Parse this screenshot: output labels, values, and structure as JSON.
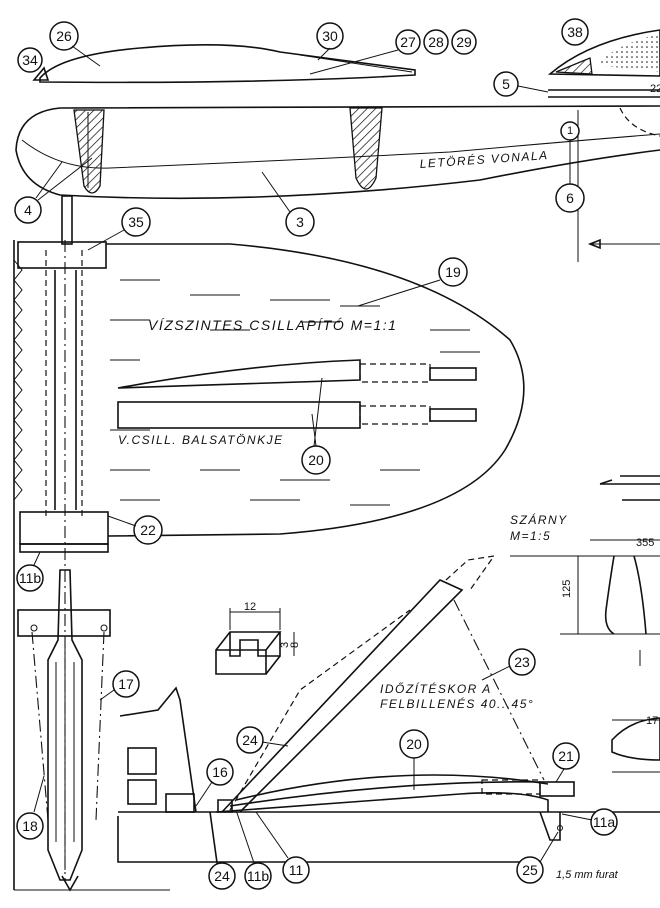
{
  "part_numbers": {
    "p26": "26",
    "p30": "30",
    "p27": "27",
    "p28": "28",
    "p29": "29",
    "p34": "34",
    "p38": "38",
    "p5": "5",
    "p1": "1",
    "p6": "6",
    "p4": "4",
    "p3": "3",
    "p35": "35",
    "p19": "19",
    "p20a": "20",
    "p22": "22",
    "p11b_top": "11b",
    "p17": "17",
    "p18": "18",
    "p23": "23",
    "p24a": "24",
    "p16": "16",
    "p20b": "20",
    "p21": "21",
    "p11a": "11a",
    "p25": "25",
    "p24b": "24",
    "p11b_bot": "11b",
    "p11": "11"
  },
  "notes": {
    "letores": "LETÖRÉS VONALA",
    "stabilizer_title": "VÍZSZINTES CSILLAPÍTÓ M=1:1",
    "balsa_block": "V.CSILL. BALSATÖNKJE",
    "wing_title": "SZÁRNY",
    "wing_scale": "M=1:5",
    "timing_note_1": "IDŐZÍTÉSKOR A",
    "timing_note_2": "FELBILLENÉS 40...45°",
    "hole_note": "1,5 mm furat"
  },
  "dimensions": {
    "d12": "12",
    "d8": "8",
    "d3": "3",
    "d355": "355",
    "d125": "125",
    "d17": "17",
    "d22": "22"
  },
  "colors": {
    "ink": "#111111",
    "paper": "#ffffff"
  }
}
